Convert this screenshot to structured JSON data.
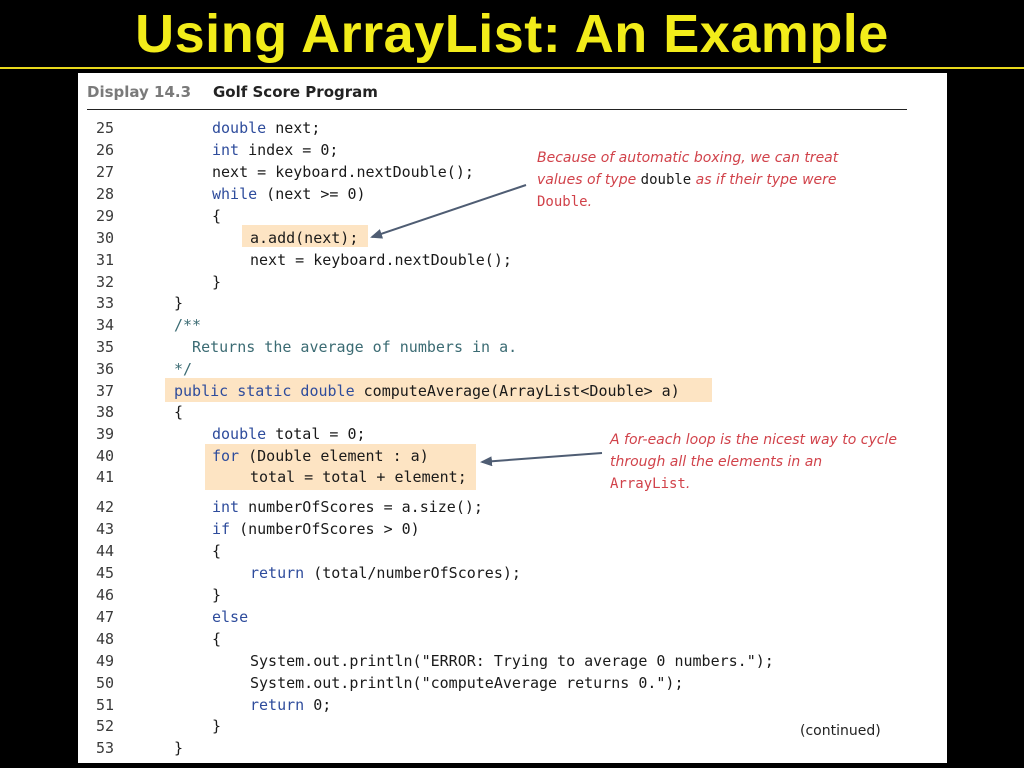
{
  "slide": {
    "title": "Using ArrayList: An Example"
  },
  "display": {
    "label": "Display 14.3",
    "title": "Golf Score Program",
    "continued": "(continued)"
  },
  "code_lines": [
    {
      "num": "25",
      "indent": 2,
      "tokens": [
        {
          "t": "double",
          "k": "kw"
        },
        {
          "t": " next;"
        }
      ]
    },
    {
      "num": "26",
      "indent": 2,
      "tokens": [
        {
          "t": "int",
          "k": "kw"
        },
        {
          "t": " index = 0;"
        }
      ]
    },
    {
      "num": "27",
      "indent": 2,
      "tokens": [
        {
          "t": "next = keyboard.nextDouble();"
        }
      ]
    },
    {
      "num": "28",
      "indent": 2,
      "tokens": [
        {
          "t": "while",
          "k": "kw"
        },
        {
          "t": " (next >= 0)"
        }
      ]
    },
    {
      "num": "29",
      "indent": 2,
      "tokens": [
        {
          "t": "{"
        }
      ]
    },
    {
      "num": "30",
      "indent": 3,
      "tokens": [
        {
          "t": "a.add(next);"
        }
      ]
    },
    {
      "num": "31",
      "indent": 3,
      "tokens": [
        {
          "t": "next = keyboard.nextDouble();"
        }
      ]
    },
    {
      "num": "32",
      "indent": 2,
      "tokens": [
        {
          "t": "}"
        }
      ]
    },
    {
      "num": "33",
      "indent": 1,
      "tokens": [
        {
          "t": "}"
        }
      ]
    },
    {
      "num": "34",
      "indent": 1,
      "tokens": [
        {
          "t": "/**",
          "k": "cm"
        }
      ]
    },
    {
      "num": "35",
      "indent": 1,
      "tokens": [
        {
          "t": "  Returns the average of numbers in a.",
          "k": "cm"
        }
      ]
    },
    {
      "num": "36",
      "indent": 1,
      "tokens": [
        {
          "t": "*/",
          "k": "cm"
        }
      ]
    },
    {
      "num": "37",
      "indent": 1,
      "tokens": [
        {
          "t": "public static double",
          "k": "kw"
        },
        {
          "t": " computeAverage(ArrayList<Double> a)"
        }
      ]
    },
    {
      "num": "38",
      "indent": 1,
      "tokens": [
        {
          "t": "{"
        }
      ]
    },
    {
      "num": "39",
      "indent": 2,
      "tokens": [
        {
          "t": "double",
          "k": "kw"
        },
        {
          "t": " total = 0;"
        }
      ]
    },
    {
      "num": "40",
      "indent": 2,
      "tokens": [
        {
          "t": "for",
          "k": "kw"
        },
        {
          "t": " (Double element : a)"
        }
      ]
    },
    {
      "num": "41",
      "indent": 3,
      "tokens": [
        {
          "t": "total = total + element;"
        }
      ]
    },
    {
      "num": "42",
      "indent": 2,
      "tokens": [
        {
          "t": "int",
          "k": "kw"
        },
        {
          "t": " numberOfScores = a.size();"
        }
      ]
    },
    {
      "num": "43",
      "indent": 2,
      "tokens": [
        {
          "t": "if",
          "k": "kw"
        },
        {
          "t": " (numberOfScores > 0)"
        }
      ]
    },
    {
      "num": "44",
      "indent": 2,
      "tokens": [
        {
          "t": "{"
        }
      ]
    },
    {
      "num": "45",
      "indent": 3,
      "tokens": [
        {
          "t": "return",
          "k": "kw"
        },
        {
          "t": " (total/numberOfScores);"
        }
      ]
    },
    {
      "num": "46",
      "indent": 2,
      "tokens": [
        {
          "t": "}"
        }
      ]
    },
    {
      "num": "47",
      "indent": 2,
      "tokens": [
        {
          "t": "else",
          "k": "kw"
        }
      ]
    },
    {
      "num": "48",
      "indent": 2,
      "tokens": [
        {
          "t": "{"
        }
      ]
    },
    {
      "num": "49",
      "indent": 3,
      "tokens": [
        {
          "t": "System.out.println(\"ERROR: Trying to average 0 numbers.\");"
        }
      ]
    },
    {
      "num": "50",
      "indent": 3,
      "tokens": [
        {
          "t": "System.out.println(\"computeAverage returns 0.\");"
        }
      ]
    },
    {
      "num": "51",
      "indent": 3,
      "tokens": [
        {
          "t": "return",
          "k": "kw"
        },
        {
          "t": " 0;"
        }
      ]
    },
    {
      "num": "52",
      "indent": 2,
      "tokens": [
        {
          "t": "}"
        }
      ]
    },
    {
      "num": "53",
      "indent": 1,
      "tokens": [
        {
          "t": "}"
        }
      ]
    }
  ],
  "notes": {
    "boxing": {
      "line1": "Because of automatic boxing, we can treat",
      "line2_pre": "values of type ",
      "line2_code": "double",
      "line2_post": " as if their type were",
      "line3_code": "Double",
      "line3_post": "."
    },
    "foreach": {
      "line1": "A for-each loop is the nicest way to cycle",
      "line2": "through all the elements in an",
      "line3_code": "ArrayList",
      "line3_post": "."
    }
  },
  "colors": {
    "title": "#f2ec1a",
    "highlight": "#fde4c3",
    "keyword": "#2e4c9c",
    "comment": "#3b6b73",
    "annotation": "#d1424a",
    "arrow": "#4f5d73"
  }
}
